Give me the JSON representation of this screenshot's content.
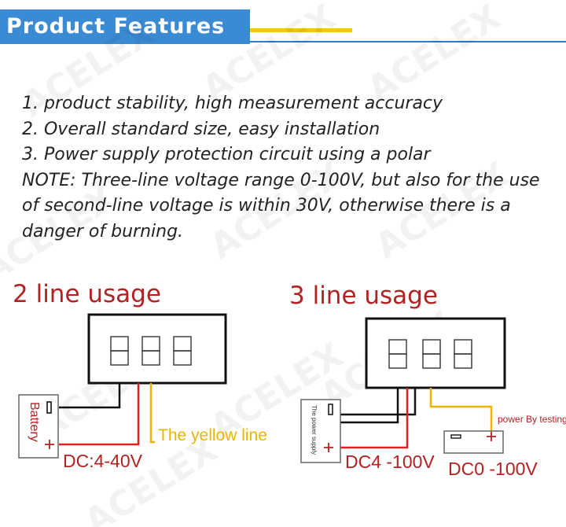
{
  "header": {
    "title": "Product Features"
  },
  "watermark": {
    "text": "ACELEX"
  },
  "features": [
    "1. product stability, high measurement accuracy",
    "2. Overall standard size, easy installation",
    "3. Power supply protection circuit using a polar",
    "NOTE: Three-line voltage range 0-100V, but also for the use",
    "of second-line voltage is within 30V, otherwise there is a",
    "danger of burning."
  ],
  "two_line": {
    "title": "2 line usage",
    "battery_label": "Battery",
    "yellow_label": "The yellow line",
    "voltage_label": "DC:4-40V"
  },
  "three_line": {
    "title": "3 line usage",
    "supply_label": "The power supply",
    "testing_label": "power By testing",
    "supply_voltage": "DC4 -100V",
    "test_voltage": "DC0 -100V"
  },
  "colors": {
    "banner": "#3a8ad4",
    "accent_yellow": "#f5c518",
    "title_red": "#b22222",
    "wire_red": "#e02020",
    "wire_yellow": "#f2b200",
    "wire_black": "#111111"
  }
}
